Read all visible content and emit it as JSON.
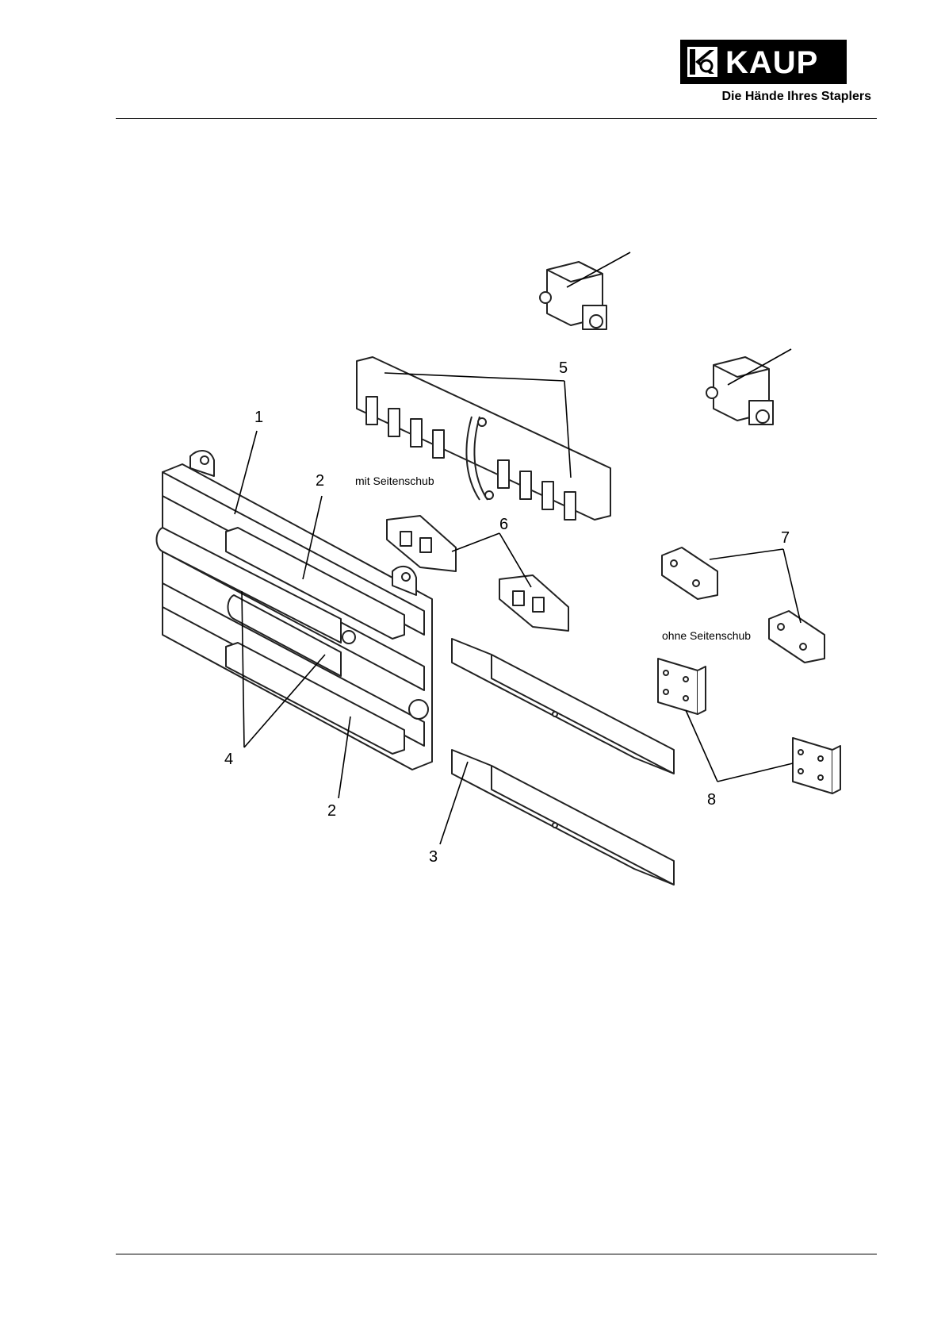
{
  "header": {
    "logo_text": "KAUP",
    "tagline": "Die Hände Ihres Staplers"
  },
  "figure": {
    "labels": [
      "1",
      "2",
      "2",
      "3",
      "4",
      "5",
      "6",
      "7",
      "8"
    ],
    "note_with": "mit Seitenschub",
    "note_without": "ohne Seitenschub"
  }
}
